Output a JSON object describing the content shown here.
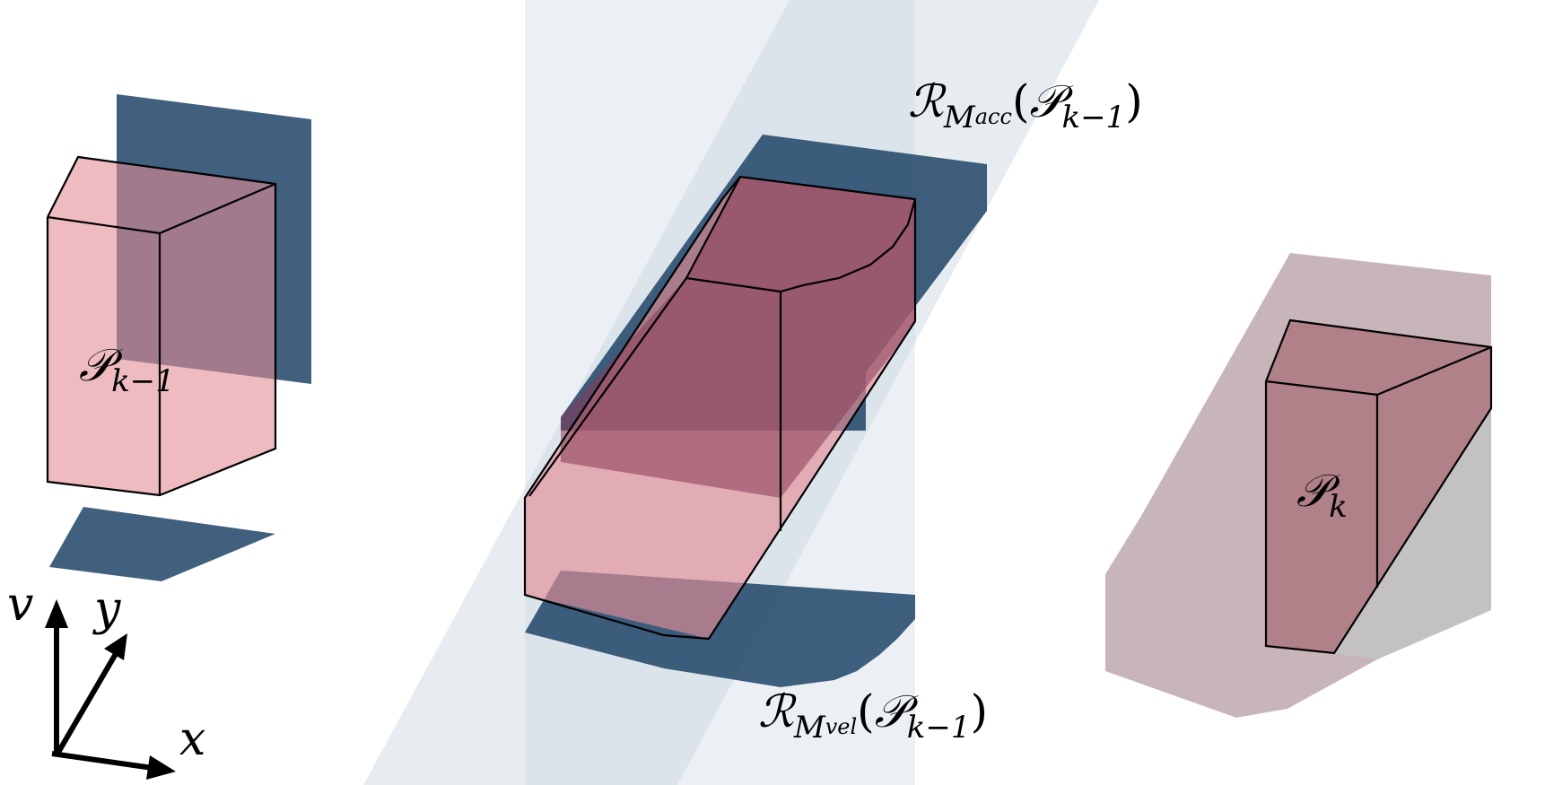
{
  "labels": {
    "p_prev": {
      "symbol": "𝒫",
      "sub": "k−1"
    },
    "p_k": {
      "symbol": "𝒫",
      "sub": "k"
    },
    "r_acc": {
      "symbol": "ℛ",
      "sub": "M",
      "subsub": "acc",
      "open": "(",
      "arg_symbol": "𝒫",
      "arg_sub": "k−1",
      "close": ")"
    },
    "r_vel": {
      "symbol": "ℛ",
      "sub": "M",
      "subsub": "vel",
      "open": "(",
      "arg_symbol": "𝒫",
      "arg_sub": "k−1",
      "close": ")"
    }
  },
  "axes": {
    "v": "v",
    "y": "y",
    "x": "x"
  },
  "colors": {
    "set_fill": "#e38e96",
    "projection": "#1e4466",
    "reach_band": "#d4dee8",
    "result_shadow": "#b59ca1",
    "result_gray": "#c2c2c2",
    "outline": "#000000"
  }
}
